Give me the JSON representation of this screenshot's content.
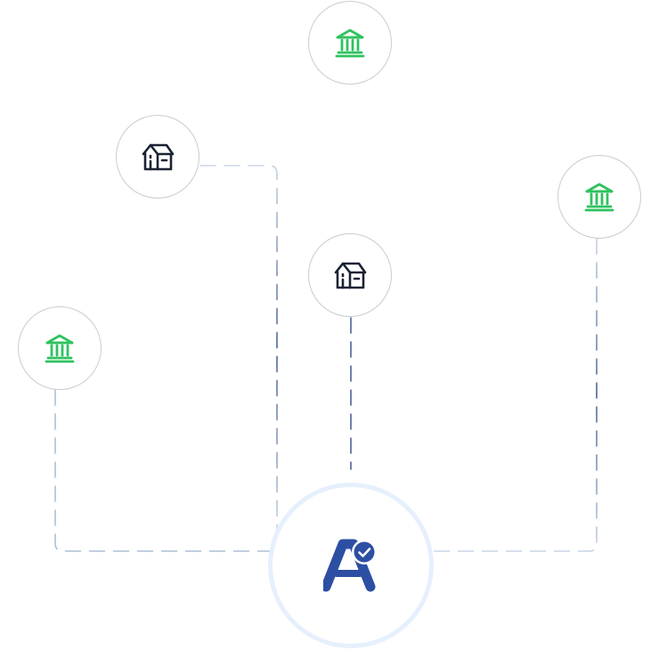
{
  "colors": {
    "bank_icon": "#2fc25f",
    "house_icon": "#1b2333",
    "hub_logo": "#2d4fa3",
    "hub_ring": "#e6f0fd",
    "node_border": "#c9ccd1",
    "line_light": "#c9d5e6",
    "line_dark": "#4a6591"
  },
  "hub": {
    "name": "hub-logo",
    "icon": "letter-a-checkmark-logo"
  },
  "nodes": [
    {
      "name": "bank-node-top",
      "icon": "bank-icon"
    },
    {
      "name": "house-node-upper-left",
      "icon": "house-icon"
    },
    {
      "name": "house-node-center",
      "icon": "house-icon"
    },
    {
      "name": "bank-node-right",
      "icon": "bank-icon"
    },
    {
      "name": "bank-node-left",
      "icon": "bank-icon"
    }
  ]
}
